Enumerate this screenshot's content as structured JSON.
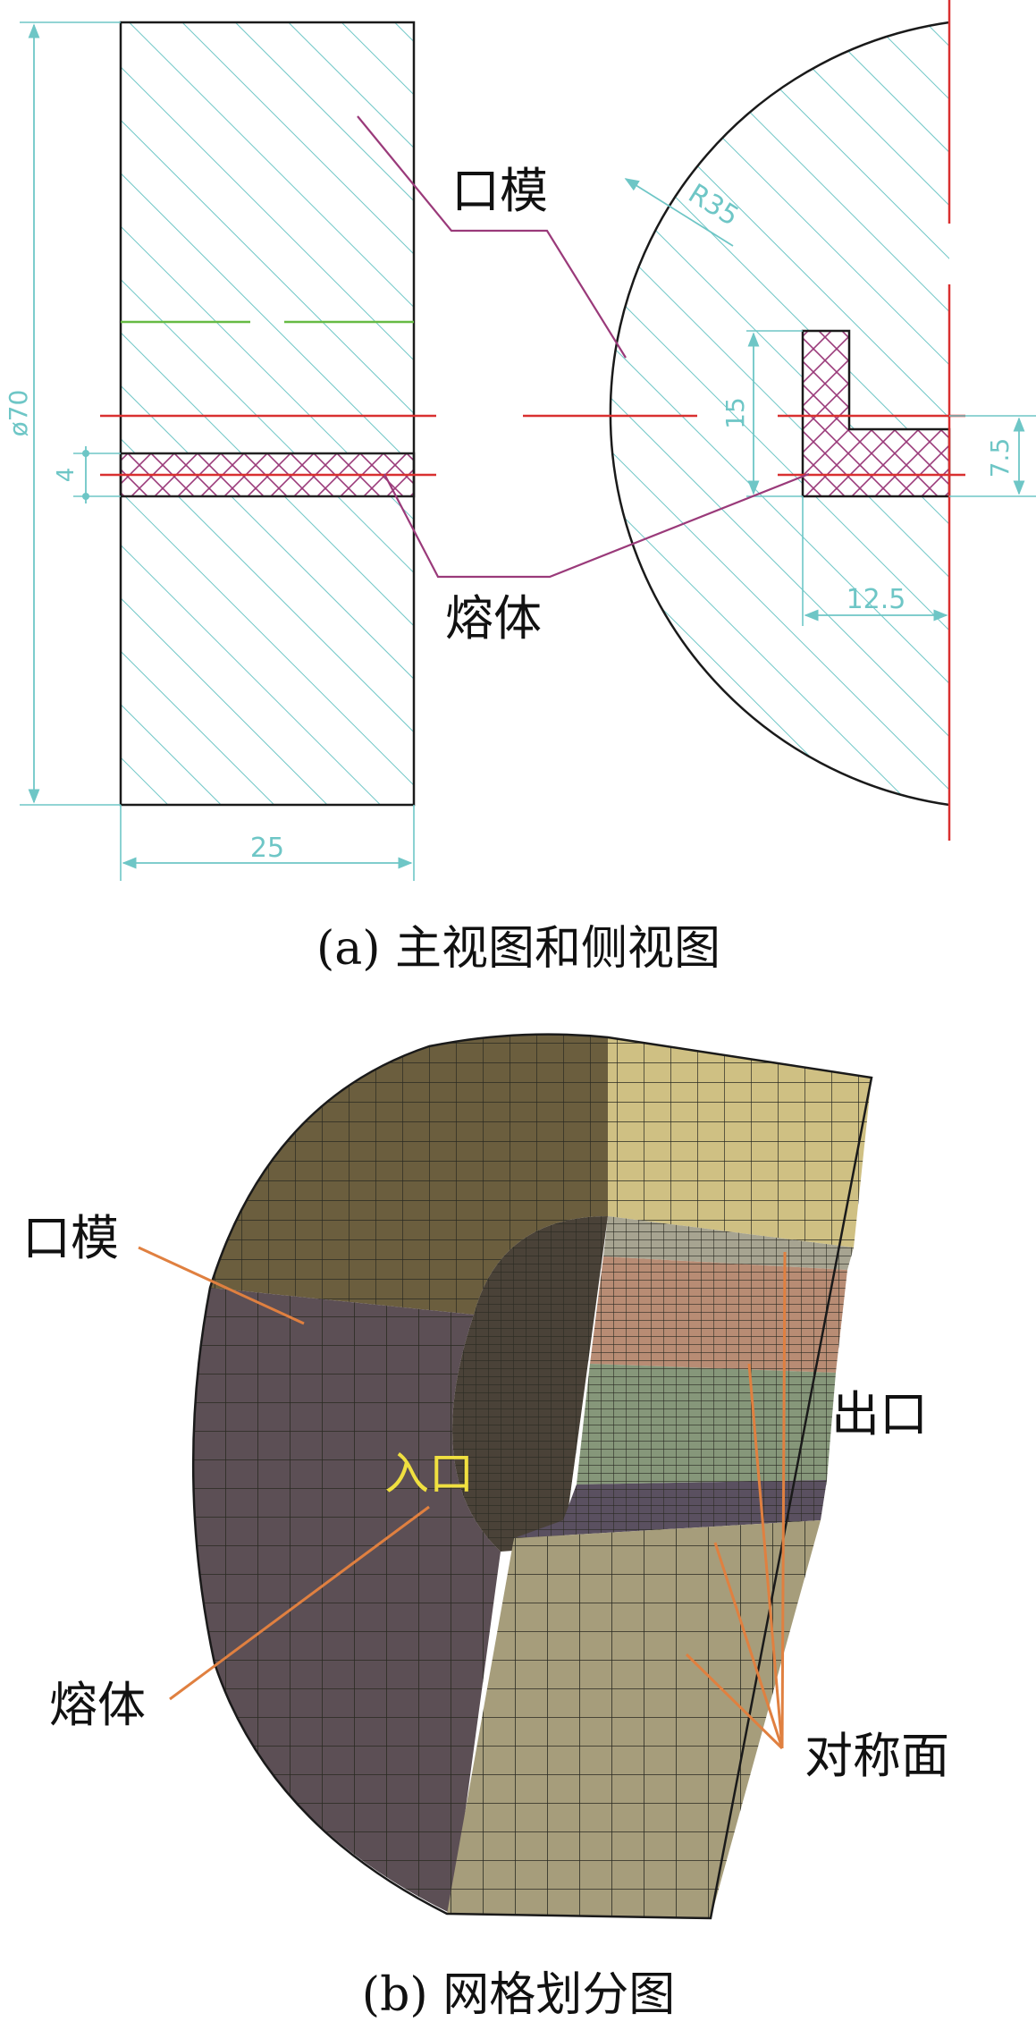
{
  "view_a": {
    "label_die": "口模",
    "label_melt": "熔体",
    "dim_diameter": "ø70",
    "dim_thickness": "4",
    "dim_width": "25",
    "dim_radius": "R35",
    "dim_height": "15",
    "dim_half": "7.5",
    "dim_length": "12.5",
    "caption": "(a) 主视图和侧视图"
  },
  "view_b": {
    "label_die": "口模",
    "label_melt": "熔体",
    "label_inlet": "入口",
    "label_outlet": "出口",
    "label_symmetry": "对称面",
    "caption": "(b) 网格划分图"
  },
  "colors": {
    "hatch": "#6ec6c6",
    "dimension": "#6ec6c6",
    "centerline": "#d93030",
    "melt_hatch": "#9a3a7a",
    "leader_a": "#9a3a7a",
    "leader_b": "#e08040",
    "green_line": "#66bb44",
    "inlet_text": "#f0e040"
  }
}
